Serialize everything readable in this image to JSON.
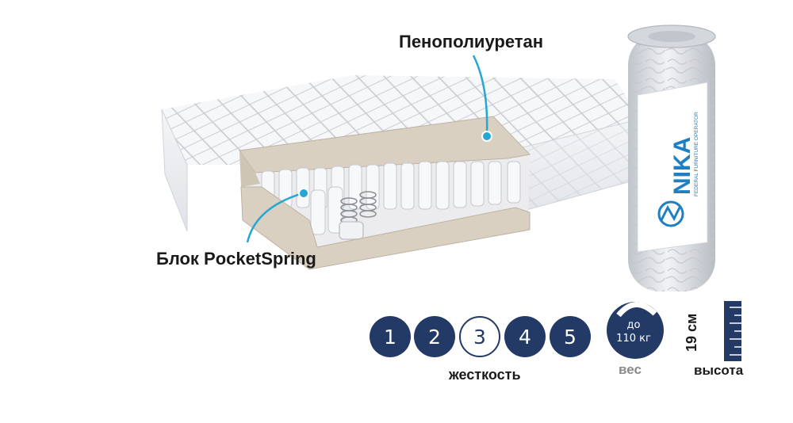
{
  "labels": {
    "foam_layer": "Пенополиуретан",
    "spring_block": "Блок PocketSpring"
  },
  "roll": {
    "brand": "NIKA",
    "tagline": "FEDERAL FURNITURE OPERATOR"
  },
  "firmness": {
    "levels": [
      "1",
      "2",
      "3",
      "4",
      "5"
    ],
    "selected": "3",
    "caption": "жесткость"
  },
  "weight": {
    "line1": "до",
    "line2": "110 кг",
    "caption": "вес"
  },
  "height": {
    "value": "19 см",
    "caption": "высота"
  },
  "colors": {
    "badge": "#243a66",
    "accent": "#25a6d4",
    "foam": "#d9d0c2"
  }
}
